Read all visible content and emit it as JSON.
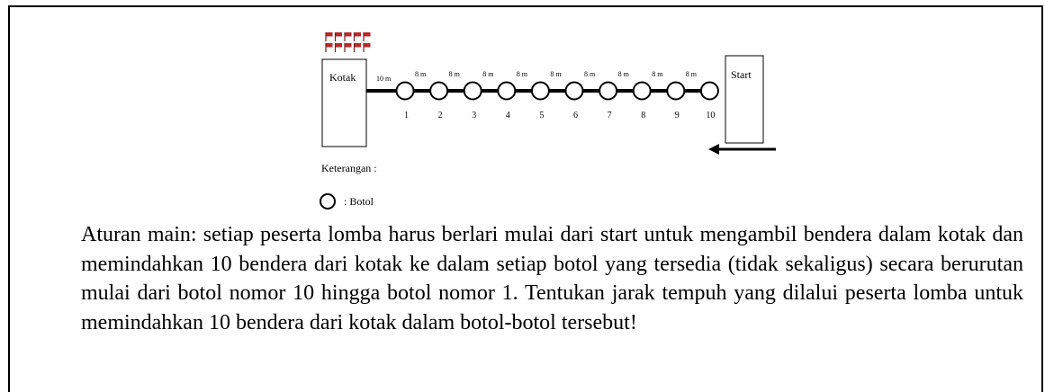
{
  "diagram": {
    "box_label": "Kotak",
    "start_label": "Start",
    "first_gap": "10 m",
    "gap_label": "8 m",
    "bottle_numbers": [
      "1",
      "2",
      "3",
      "4",
      "5",
      "6",
      "7",
      "8",
      "9",
      "10"
    ],
    "legend_title": "Keterangan :",
    "legend_item": ": Botol",
    "flag_count": 10
  },
  "rules_text": "Aturan main: setiap peserta lomba harus berlari mulai dari start untuk mengambil bendera dalam kotak dan memindahkan 10 bendera dari kotak ke dalam setiap botol yang tersedia (tidak sekaligus) secara berurutan mulai dari botol nomor 10 hingga botol nomor 1. Tentukan jarak tempuh yang dilalui peserta lomba untuk memindahkan 10 bendera dari kotak dalam botol-botol tersebut!"
}
